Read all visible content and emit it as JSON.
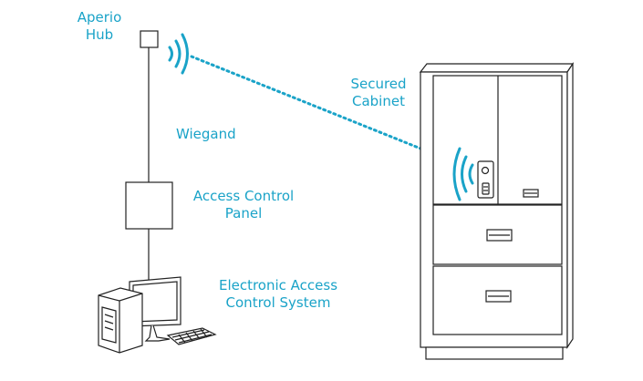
{
  "colors": {
    "accent": "#1aa3c8",
    "line": "#222222",
    "background": "#ffffff"
  },
  "labels": {
    "hub_line1": "Aperio",
    "hub_line2": "Hub",
    "wiegand": "Wiegand",
    "panel_line1": "Access Control",
    "panel_line2": "Panel",
    "system_line1": "Electronic Access",
    "system_line2": "Control System",
    "cabinet_line1": "Secured",
    "cabinet_line2": "Cabinet"
  },
  "icons": [
    "wifi-signal-icon",
    "computer-tower-icon",
    "monitor-icon",
    "keyboard-icon",
    "lock-icon",
    "drawer-handle-icon"
  ]
}
